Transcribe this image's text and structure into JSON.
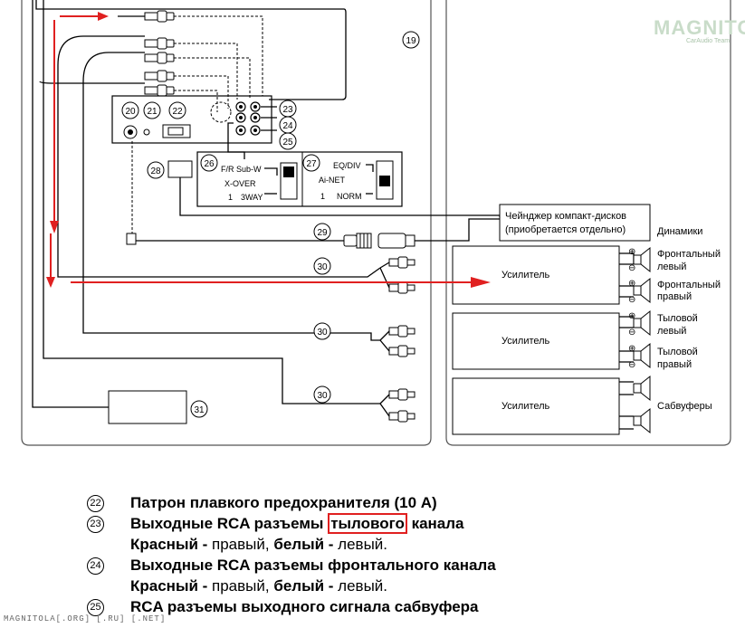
{
  "watermark": {
    "logo": "MAGNITOLA",
    "tagline": "CarAudio Team"
  },
  "callouts": {
    "n19": "19",
    "n20": "20",
    "n21": "21",
    "n22": "22",
    "n23": "23",
    "n24": "24",
    "n25": "25",
    "n26": "26",
    "n27": "27",
    "n28": "28",
    "n29": "29",
    "n30a": "30",
    "n30b": "30",
    "n30c": "30",
    "n31": "31"
  },
  "switch_panel": {
    "fr_sub": "F/R Sub-W",
    "xover": "X-OVER",
    "way_mark": "1",
    "three_way": "3WAY",
    "eq_div": "EQ/DIV",
    "ai_net": "Ai-NET",
    "norm_mark": "1",
    "norm": "NORM"
  },
  "changer_box": {
    "line1": "Чейнджер компакт-дисков",
    "line2": "(приобретается отдельно)"
  },
  "speakers_title": "Динамики",
  "amplifiers": [
    "Усилитель",
    "Усилитель",
    "Усилитель"
  ],
  "speakers": {
    "front_left": [
      "Фронтальный",
      "левый"
    ],
    "front_right": [
      "Фронтальный",
      "правый"
    ],
    "rear_left": [
      "Тыловой",
      "левый"
    ],
    "rear_right": [
      "Тыловой",
      "правый"
    ],
    "subwoofers": "Сабвуферы"
  },
  "legend": [
    {
      "code": "22",
      "bold": "Патрон плавкого предохранителя (10 А)"
    },
    {
      "code": "23",
      "bold_start": "Выходные RCA разъемы ",
      "highlight": "тылового",
      "bold_end": " канала"
    },
    {
      "red_word": "Красный",
      "dash1": " - ",
      "right": "правый, ",
      "white_word": "белый",
      "dash2": " - ",
      "left": "левый."
    },
    {
      "code": "24",
      "bold": "Выходные RCA разъемы фронтального канала"
    },
    {
      "red_word": "Красный",
      "dash1": " - ",
      "right": "правый, ",
      "white_word": "белый",
      "dash2": " - ",
      "left": "левый."
    },
    {
      "code": "25",
      "bold": "RCA разъемы выходного сигнала сабвуфера"
    }
  ],
  "footer": "MAGNITOLA[.ORG] [.RU] [.NET]",
  "colors": {
    "arrow": "#e02020",
    "line": "#000000",
    "frame": "#555555",
    "watermark": "#c9dcc9"
  }
}
